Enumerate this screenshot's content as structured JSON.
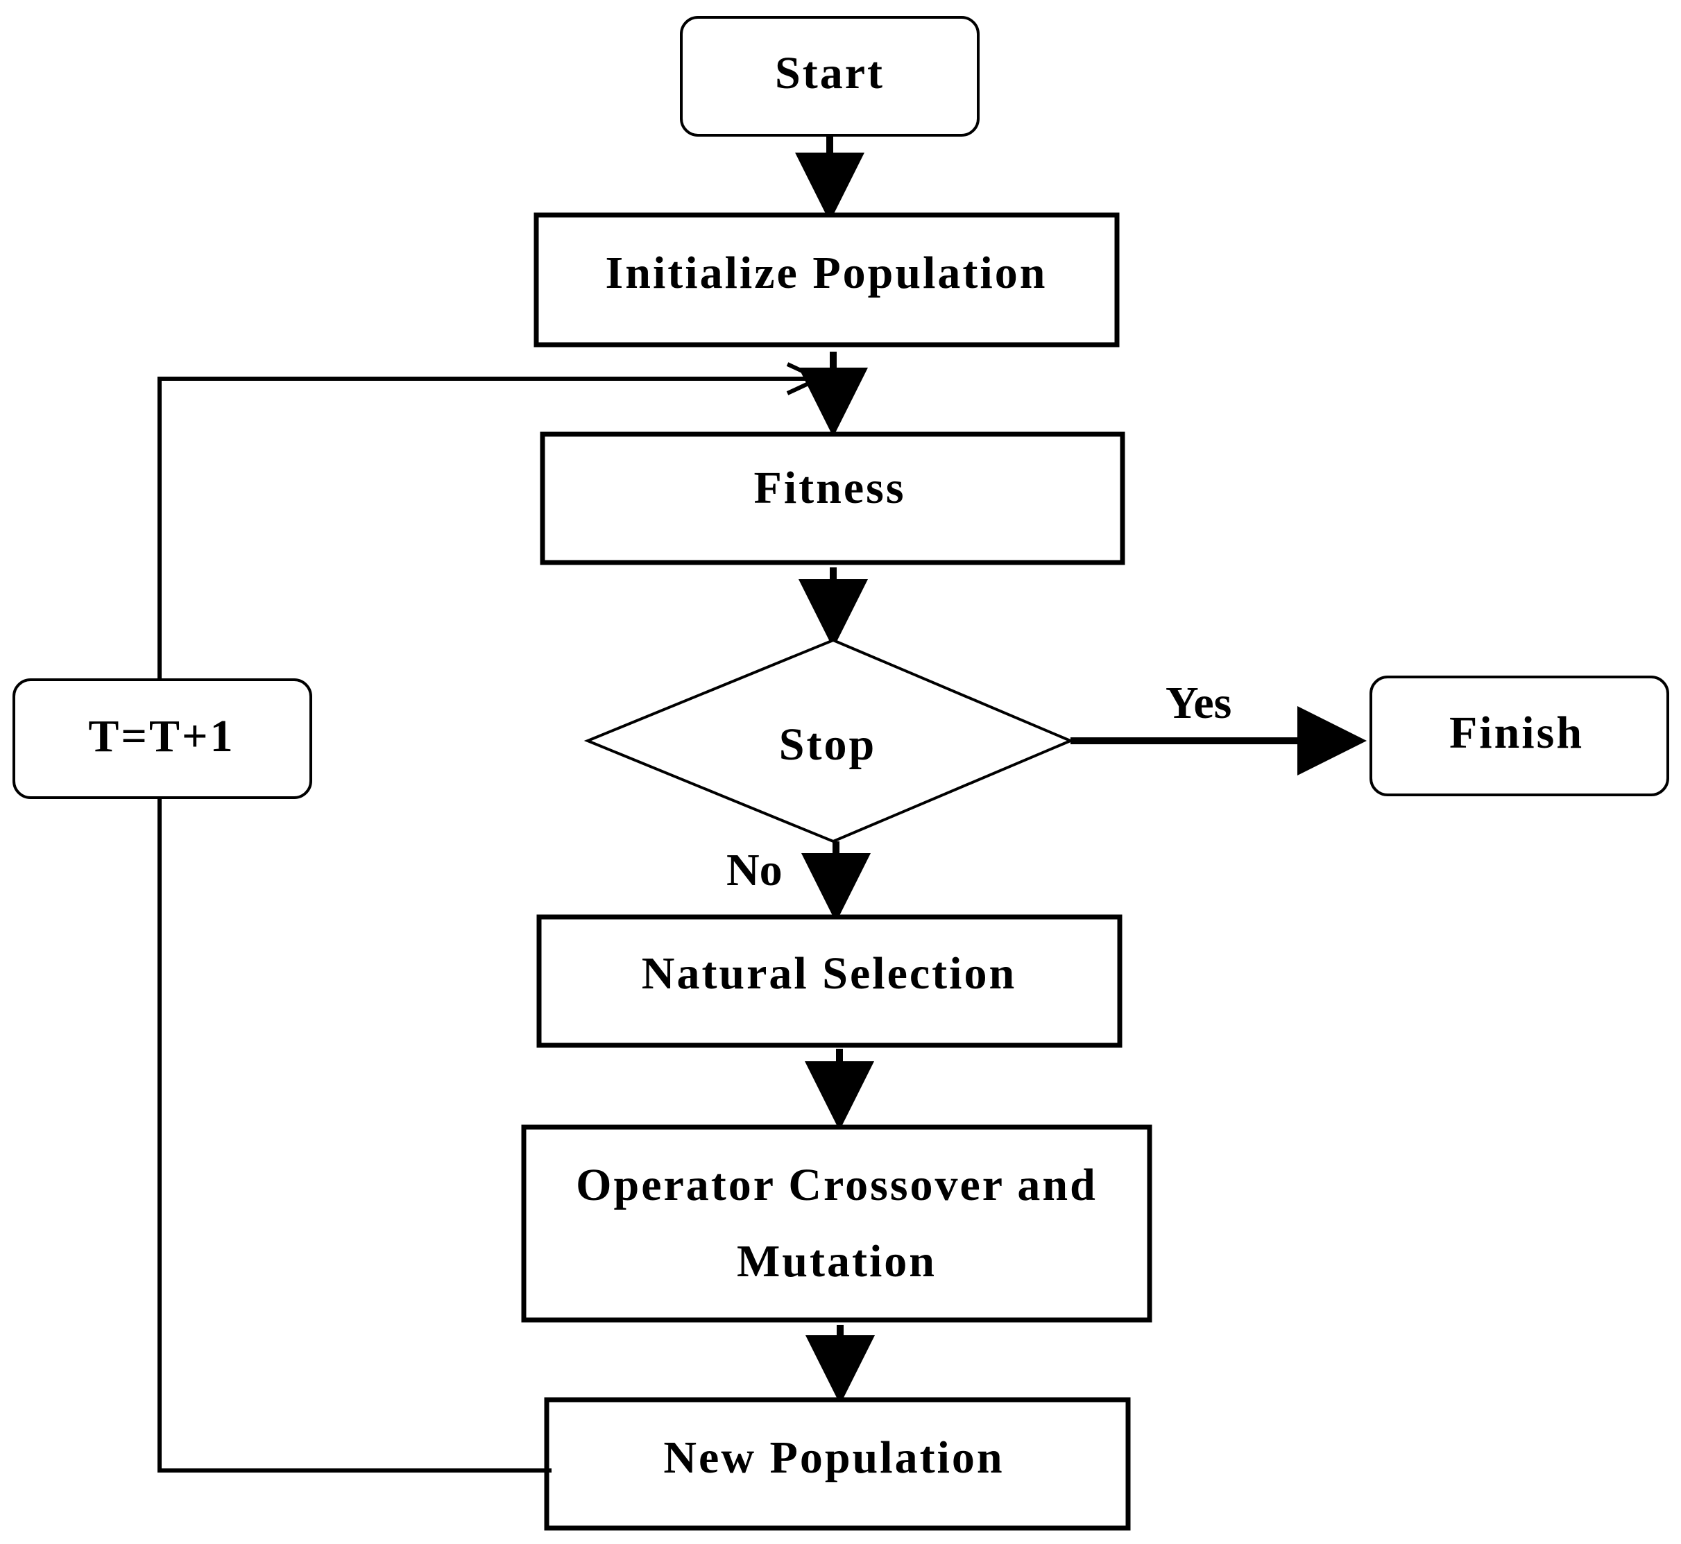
{
  "nodes": {
    "start": "Start",
    "init": "Initialize Population",
    "fitness": "Fitness",
    "stop": "Stop",
    "finish": "Finish",
    "counter": "T=T+1",
    "selection": "Natural Selection",
    "operator_line1": "Operator Crossover and",
    "operator_line2": "Mutation",
    "new_population": "New Population"
  },
  "edge_labels": {
    "yes": "Yes",
    "no": "No"
  },
  "colors": {
    "stroke": "#000000",
    "background": "#ffffff"
  }
}
